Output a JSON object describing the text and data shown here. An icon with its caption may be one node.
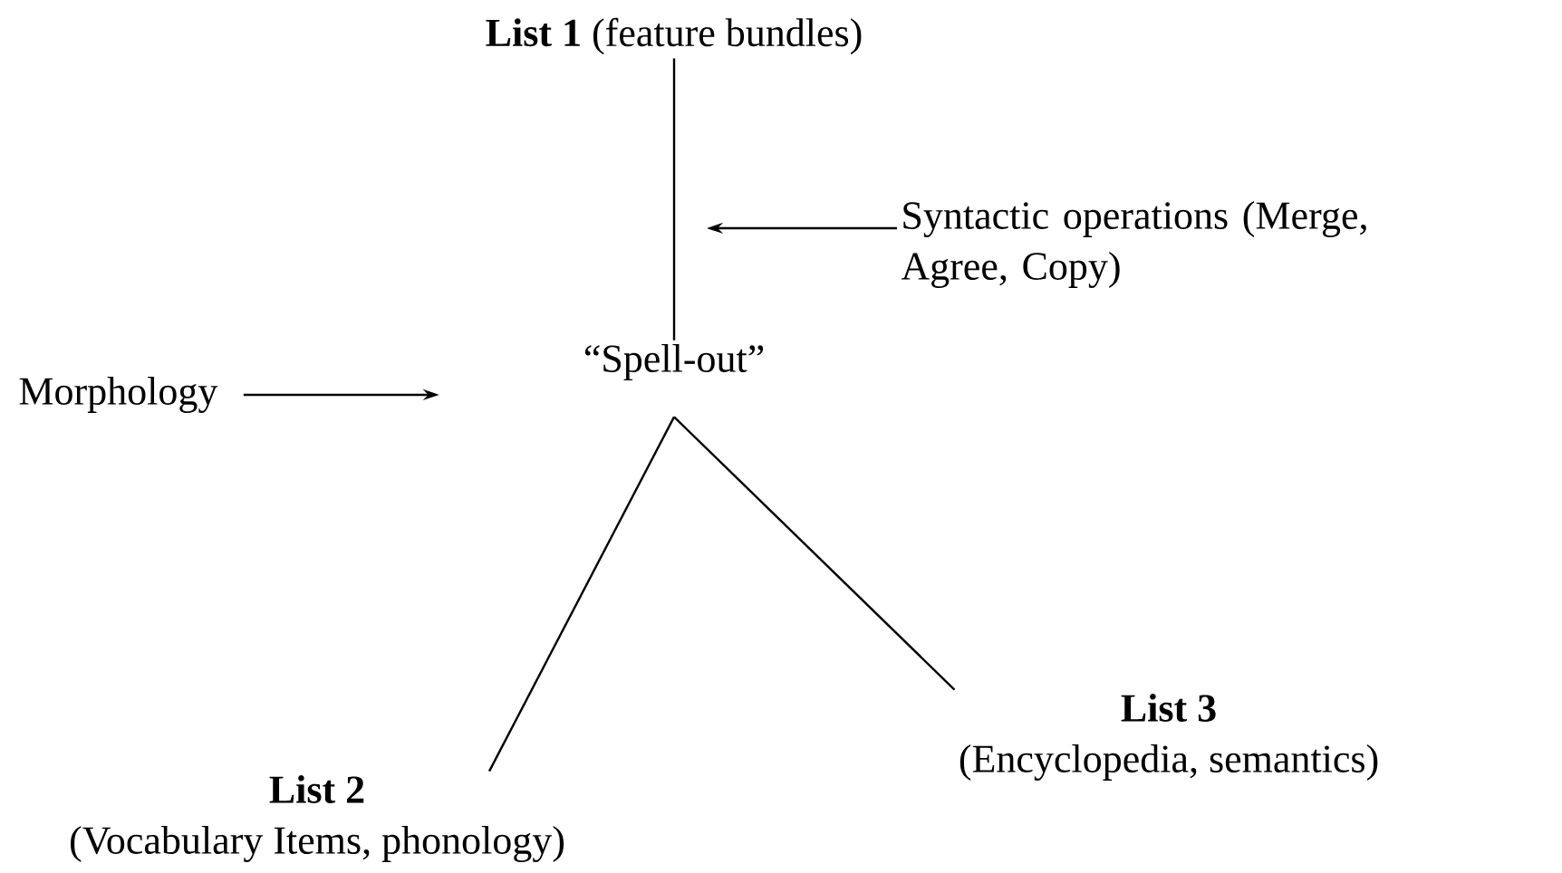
{
  "diagram": {
    "nodes": [
      {
        "text": [
          "**List 1** (feature bundles)"
        ]
      },
      {
        "text": [
          "“Spell-out”"
        ]
      },
      {
        "text": [
          "Syntactic operations (Merge, Agree, Copy)"
        ]
      },
      {
        "text": [
          "Morphology"
        ]
      },
      {
        "text": [
          "List 2",
          "(Vocabulary Items, phonology)"
        ]
      },
      {
        "text": [
          "List 3",
          "(Encyclopedia, semantics)"
        ]
      }
    ],
    "edges": [
      {
        "from": 0,
        "to": 1,
        "arrow": "none"
      },
      {
        "from": 2,
        "to": null,
        "arrow": "to"
      },
      {
        "from": 1,
        "to": 4,
        "arrow": "none"
      },
      {
        "from": 1,
        "to": 5,
        "arrow": "none"
      },
      {
        "from": 3,
        "to": null,
        "arrow": "to"
      }
    ]
  }
}
